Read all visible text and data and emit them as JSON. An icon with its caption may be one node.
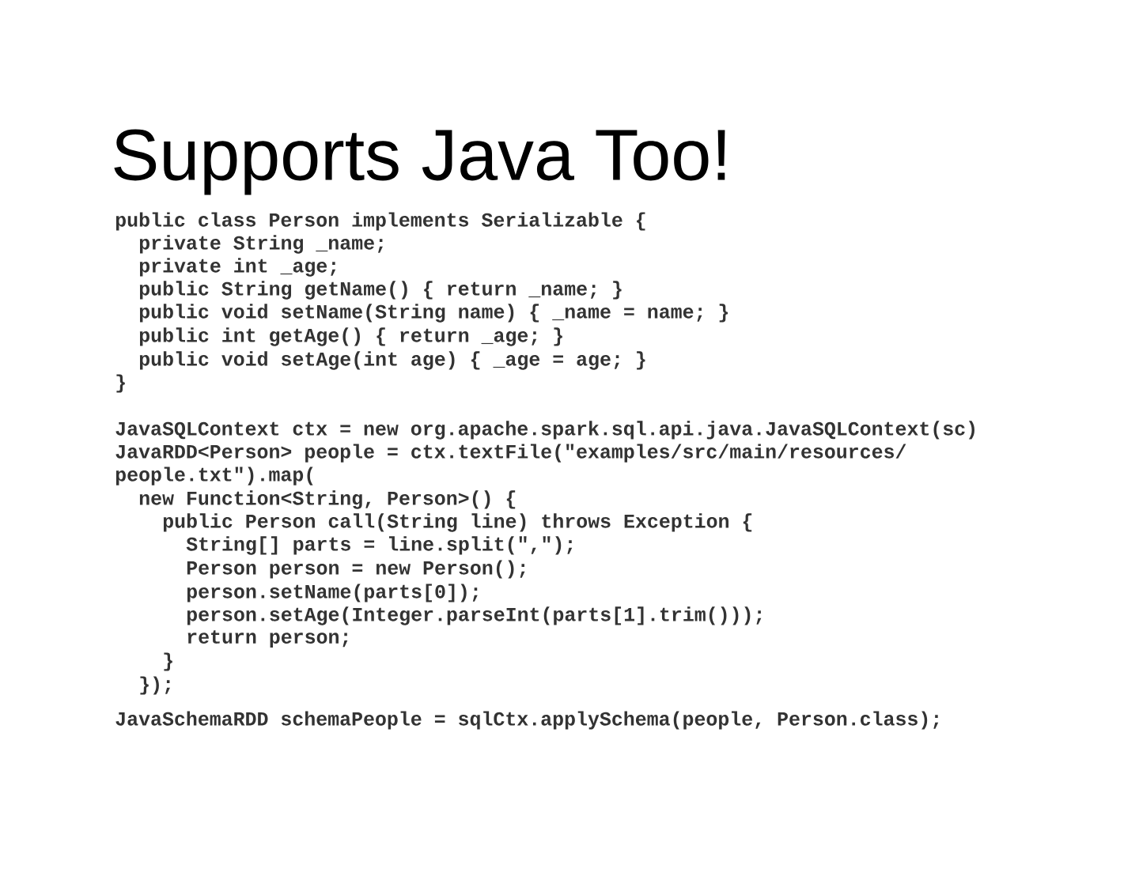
{
  "diagram": {
    "title": "Supports Java Too!",
    "labels": [
      "public class Person implements Serializable {",
      "private String _name;",
      "private int _age;",
      "public String getName() { return _name;  }",
      "public void setName(String name) { _name = name; }",
      "public int getAge() { return _age; }",
      "public void setAge(int age) { _age = age; }",
      "}",
      "JavaSQLContext ctx = new org.apache.spark.sql.api.java.JavaSQLContext(sc)",
      "JavaRDD<Person> people = ctx.textFile(\"examples/src/main/resources/",
      "people.txt\").map(",
      "new Function<String, Person>() {",
      "public Person call(String line) throws Exception {",
      "String[] parts = line.split(\",\");",
      "Person person = new Person();",
      "person.setName(parts[0]);",
      "person.setAge(Integer.parseInt(parts[1].trim()));",
      "return person;",
      "}",
      "});",
      "JavaSchemaRDD schemaPeople = sqlCtx.applySchema(people, Person.class);"
    ]
  }
}
